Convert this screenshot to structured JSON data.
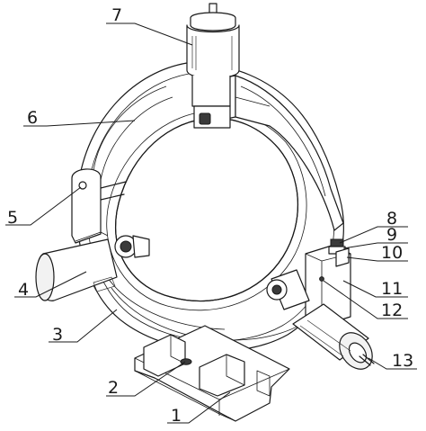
{
  "labels": {
    "n1": "1",
    "n2": "2",
    "n3": "3",
    "n4": "4",
    "n5": "5",
    "n6": "6",
    "n7": "7",
    "n8": "8",
    "n9": "9",
    "n10": "10",
    "n11": "11",
    "n12": "12",
    "n13": "13"
  }
}
